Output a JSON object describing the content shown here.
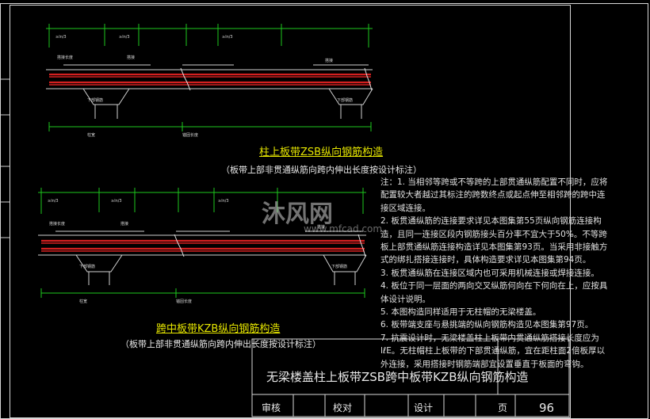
{
  "drawing": {
    "caption_top": "柱上板带ZSB纵向钢筋构造",
    "subcaption_top": "（板带上部非贯通纵筋向跨内伸出长度按设计标注）",
    "caption_mid": "跨中板带KZB纵向钢筋构造",
    "subcaption_mid": "（板带上部非贯通纵筋向跨内伸出长度按设计标注）"
  },
  "notes": [
    "注：1. 当相邻等跨或不等跨的上部贯通纵筋配置不同时，应将配置较大者越过其标注的跨数终点或起点伸至相邻跨的跨中连接区域连接。",
    "2. 板贯通纵筋的连接要求详见本图集第55页纵向钢筋连接构造，且同一连接区段内钢筋接头百分率不宜大于50%。不等跨板上部贯通纵筋连接构造详见本图集第93页。当采用非接触方式的绑扎搭接连接时，具体构造要求详见本图集第94页。",
    "3. 板贯通纵筋在连接区域内也可采用机械连接或焊接连接。",
    "4. 板位于同一层面的两向交叉纵筋何向在下何向在上，应按具体设计说明。",
    "5. 本图构造同样适用于无柱帽的无梁楼盖。",
    "6. 板带端支座与悬挑端的纵向钢筋构造见本图集第97页。",
    "7. 抗震设计时，无梁楼盖柱上板带内贯通纵筋搭接长度应为lℓE。无柱帽柱上板带的下部贯通纵筋，宜在距柱面2倍板厚以外连接，采用搭接时钢筋端部宜设置垂直于板面的弯钩。"
  ],
  "title_block": {
    "title": "无梁楼盖柱上板带ZSB跨中板带KZB纵向钢筋构造",
    "review": "审核",
    "check": "校对",
    "design": "设计",
    "page_label": "页",
    "page_number": "96"
  },
  "watermark": {
    "brand": "沐风网",
    "url": "www.mfcad.com"
  },
  "colors": {
    "background": "#000000",
    "rebar": "#d42020",
    "dim_lines": "#1ec81e",
    "outline": "#d8d8d8",
    "caption": "#e6e600",
    "cyan": "#19c8e6"
  }
}
